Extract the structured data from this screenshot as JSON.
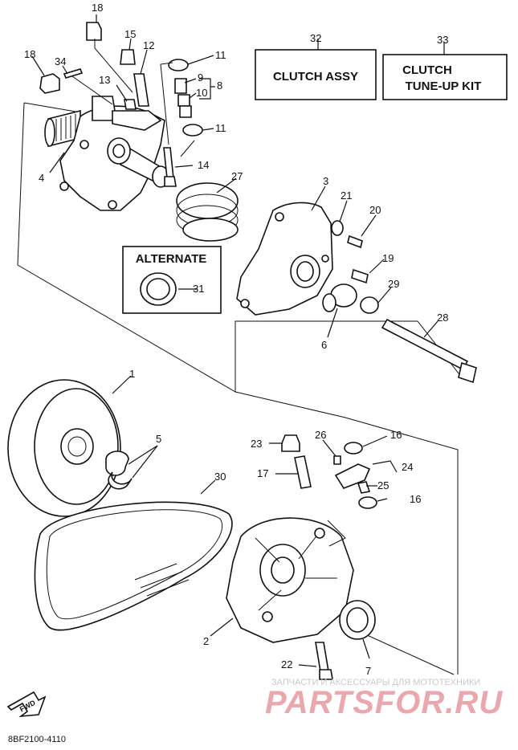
{
  "callouts": {
    "c1": "1",
    "c2": "2",
    "c3": "3",
    "c4": "4",
    "c5": "5",
    "c6": "6",
    "c7": "7",
    "c8": "8",
    "c9": "9",
    "c10": "10",
    "c11a": "11",
    "c11b": "11",
    "c12": "12",
    "c13": "13",
    "c14": "14",
    "c15": "15",
    "c16a": "16",
    "c16b": "16",
    "c17": "17",
    "c18a": "18",
    "c18b": "18",
    "c19": "19",
    "c20": "20",
    "c21": "21",
    "c22": "22",
    "c23": "23",
    "c24": "24",
    "c25": "25",
    "c26": "26",
    "c27": "27",
    "c28": "28",
    "c29": "29",
    "c30": "30",
    "c31": "31",
    "c32": "32",
    "c33": "33",
    "c34": "34"
  },
  "boxes": {
    "clutch_assy": "CLUTCH ASSY",
    "tune_up_line1": "CLUTCH",
    "tune_up_line2": "TUNE-UP KIT",
    "alternate": "ALTERNATE"
  },
  "fwd_label": "FWD",
  "diagram_code": "8BF2100-4110",
  "watermark": {
    "tagline": "ЗАПЧАСТИ И АКСЕССУАРЫ ДЛЯ МОТОТЕХНИКИ",
    "logo": "PARTSFOR.RU"
  },
  "colors": {
    "ink": "#111111",
    "watermark_logo": "#e8a8ad",
    "watermark_text": "#c9c9c9"
  }
}
